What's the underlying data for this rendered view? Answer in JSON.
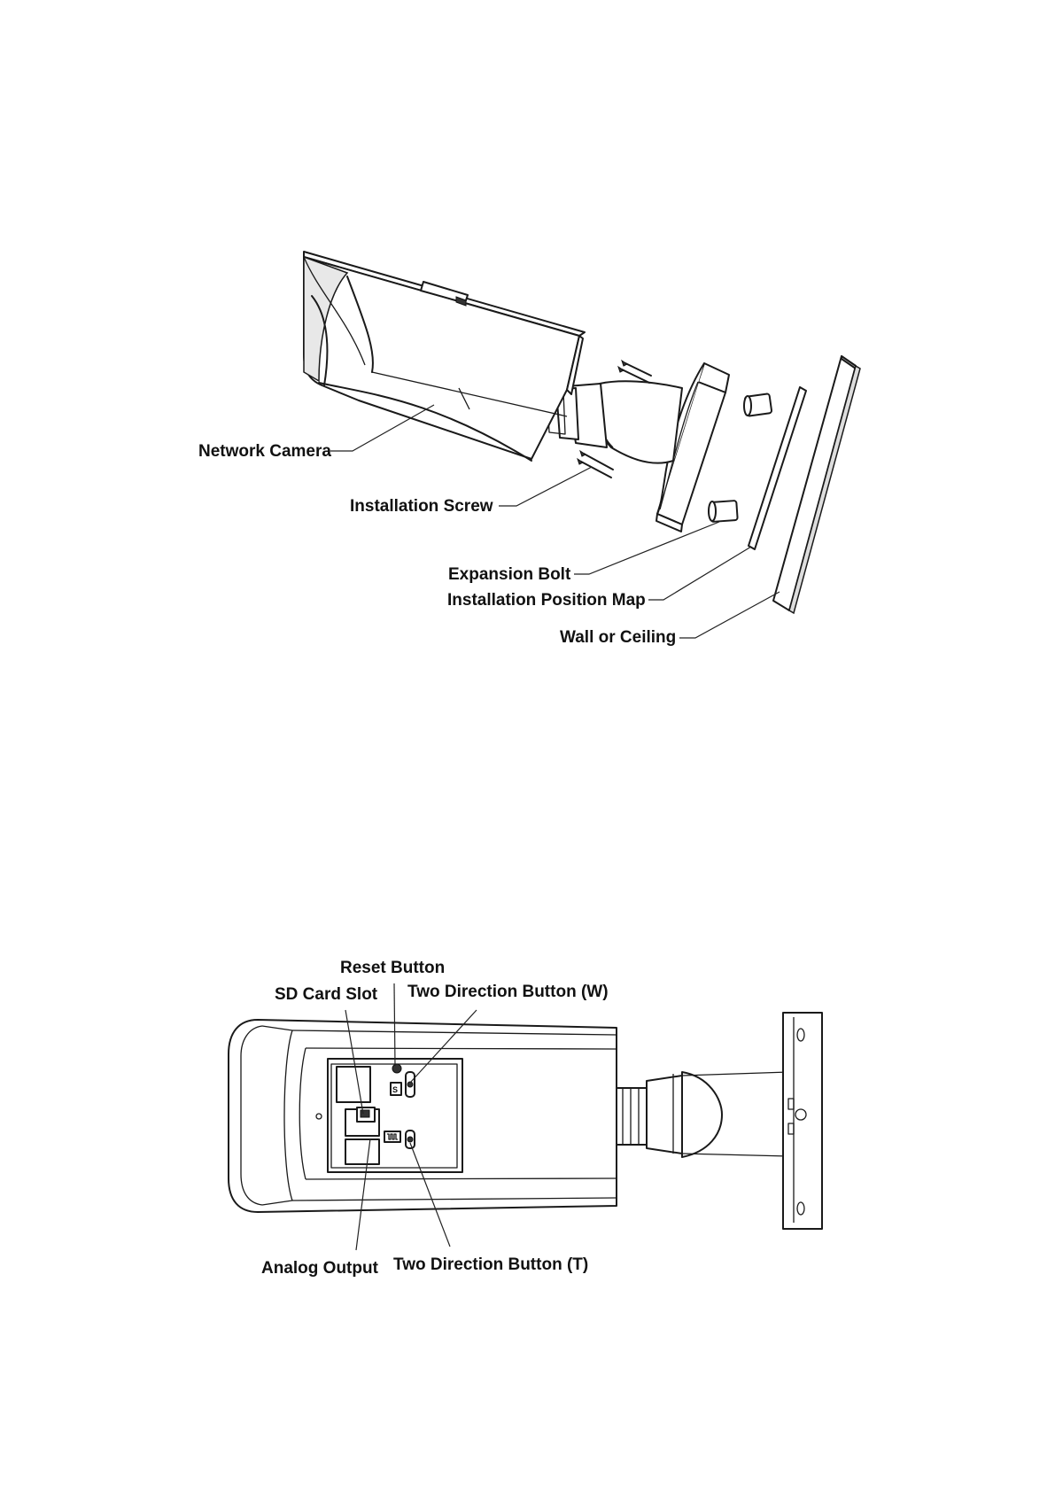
{
  "figure1": {
    "labels": {
      "network_camera": "Network Camera",
      "installation_screw": "Installation Screw",
      "expansion_bolt": "Expansion Bolt",
      "installation_position_map": "Installation Position Map",
      "wall_or_ceiling": "Wall or Ceiling"
    }
  },
  "figure2": {
    "labels": {
      "reset_button": "Reset Button",
      "sd_card_slot": "SD Card Slot",
      "two_direction_button_w": "Two Direction Button (W)",
      "analog_output": "Analog Output",
      "two_direction_button_t": "Two Direction Button (T)"
    }
  }
}
